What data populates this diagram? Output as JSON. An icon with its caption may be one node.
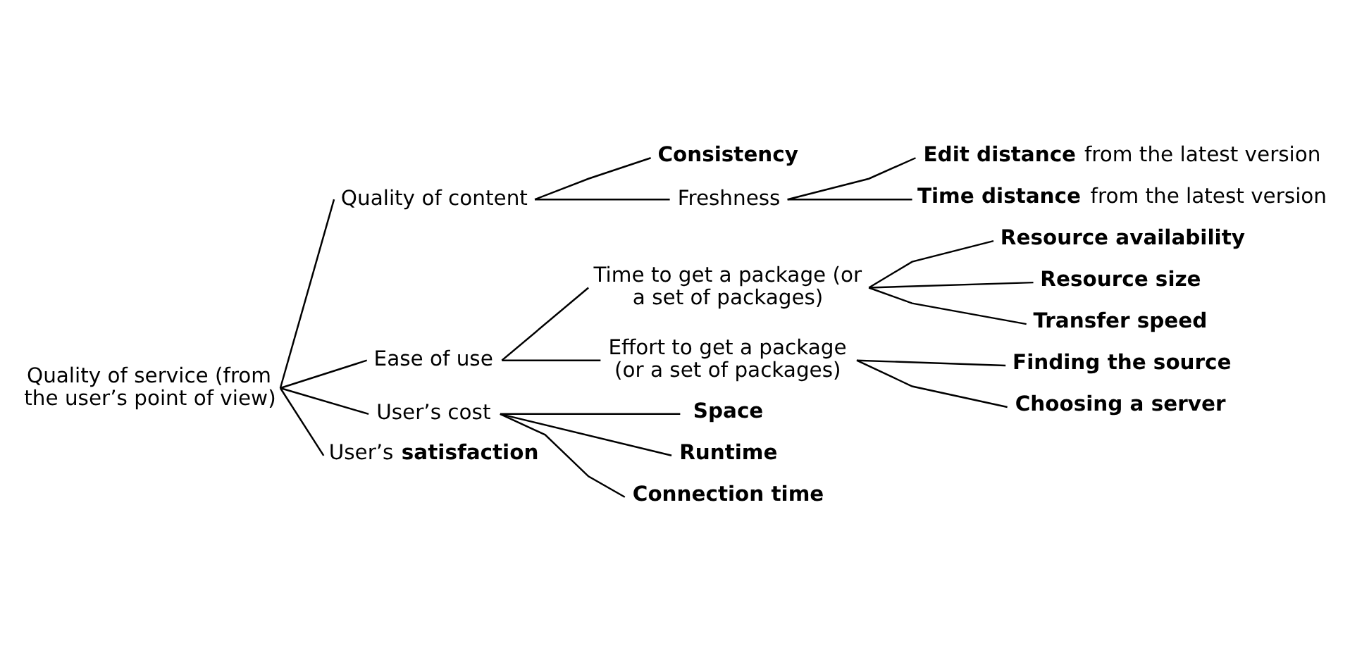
{
  "diagram": {
    "nodes": [
      {
        "text": [
          "Quality of service (from the user’s point of view)"
        ]
      },
      {
        "text": [
          "Quality of content"
        ]
      },
      {
        "text": [
          "Consistency"
        ]
      },
      {
        "text": [
          "Freshness"
        ]
      },
      {
        "text": [
          "**Edit distance** from the latest version"
        ]
      },
      {
        "text": [
          "**Time distance** from the latest version"
        ]
      },
      {
        "text": [
          "Ease of use"
        ]
      },
      {
        "text": [
          "Time to get a package (or a set of packages)"
        ]
      },
      {
        "text": [
          "Resource availability"
        ]
      },
      {
        "text": [
          "Resource size"
        ]
      },
      {
        "text": [
          "Transfer speed"
        ]
      },
      {
        "text": [
          "Effort to get a package (or a set of packages)"
        ]
      },
      {
        "text": [
          "Finding the source"
        ]
      },
      {
        "text": [
          "Choosing a server"
        ]
      },
      {
        "text": [
          "User’s cost"
        ]
      },
      {
        "text": [
          "Space"
        ]
      },
      {
        "text": [
          "Runtime"
        ]
      },
      {
        "text": [
          "Connection time"
        ]
      },
      {
        "text": [
          "User’s **satisfaction**"
        ]
      }
    ],
    "edges": [
      {
        "from": 0,
        "to": 1,
        "arrow": "none"
      },
      {
        "from": 1,
        "to": 2,
        "arrow": "none"
      },
      {
        "from": 1,
        "to": 3,
        "arrow": "none"
      },
      {
        "from": 3,
        "to": 4,
        "arrow": "none"
      },
      {
        "from": 3,
        "to": 5,
        "arrow": "none"
      },
      {
        "from": 0,
        "to": 6,
        "arrow": "none"
      },
      {
        "from": 6,
        "to": 7,
        "arrow": "none"
      },
      {
        "from": 7,
        "to": 8,
        "arrow": "none"
      },
      {
        "from": 7,
        "to": 9,
        "arrow": "none"
      },
      {
        "from": 7,
        "to": 10,
        "arrow": "none"
      },
      {
        "from": 6,
        "to": 11,
        "arrow": "none"
      },
      {
        "from": 11,
        "to": 12,
        "arrow": "none"
      },
      {
        "from": 11,
        "to": 13,
        "arrow": "none"
      },
      {
        "from": 0,
        "to": 14,
        "arrow": "none"
      },
      {
        "from": 14,
        "to": 15,
        "arrow": "none"
      },
      {
        "from": 14,
        "to": 16,
        "arrow": "none"
      },
      {
        "from": 14,
        "to": 17,
        "arrow": "none"
      },
      {
        "from": 0,
        "to": 18,
        "arrow": "none"
      }
    ]
  }
}
